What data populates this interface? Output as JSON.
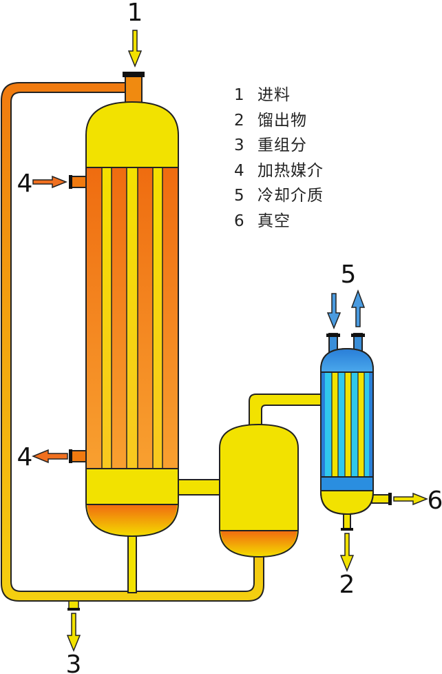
{
  "callouts": {
    "feed": "1",
    "distillate": "2",
    "heavy": "3",
    "heat_in": "4",
    "heat_out": "4",
    "cooling": "5",
    "vacuum": "6"
  },
  "legend": [
    {
      "num": "1",
      "text": "进料"
    },
    {
      "num": "2",
      "text": "馏出物"
    },
    {
      "num": "3",
      "text": "重组分"
    },
    {
      "num": "4",
      "text": "加热媒介"
    },
    {
      "num": "5",
      "text": "冷却介质"
    },
    {
      "num": "6",
      "text": "真空"
    }
  ],
  "colors": {
    "vessel_yellow": "#f2e200",
    "outline": "#222222",
    "heat_orange": "#f07a10",
    "feed_pipe": "#f08010",
    "cool_blue": "#3a8ed8",
    "tube_cyan": "#2ec8ea",
    "arrow_yellow": "#f2e200",
    "arrow_orange": "#f07020",
    "arrow_blue": "#4a9be0"
  }
}
